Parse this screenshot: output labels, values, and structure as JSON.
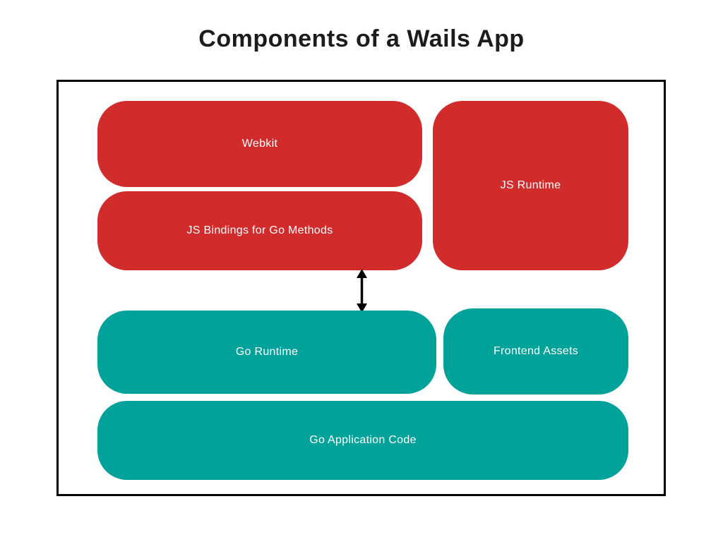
{
  "title": "Components of a Wails App",
  "colors": {
    "red": "#d12b2b",
    "teal": "#00a29a",
    "arrow": "#000000",
    "frame_border": "#000000",
    "background": "#ffffff",
    "box_text": "#ffffff",
    "title_text": "#1c1c1c"
  },
  "boxes": {
    "webkit": "Webkit",
    "js_runtime": "JS Runtime",
    "js_bindings": "JS Bindings for Go Methods",
    "go_runtime": "Go Runtime",
    "frontend_assets": "Frontend Assets",
    "go_application_code": "Go Application Code"
  }
}
